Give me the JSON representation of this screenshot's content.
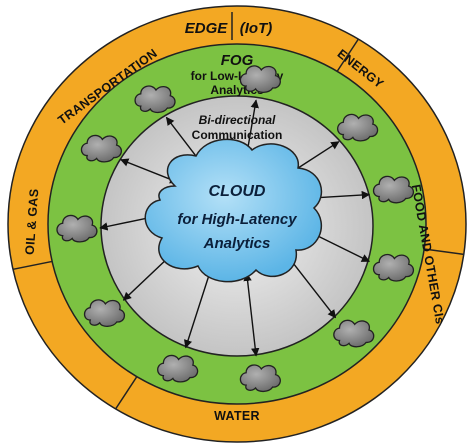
{
  "edge": {
    "label_main": "EDGE",
    "label_sub": "(IoT)",
    "sectors": [
      "TRANSPORTATION",
      "ENERGY",
      "FOOD AND OTHER CIs",
      "WATER",
      "OIL & GAS"
    ]
  },
  "fog": {
    "title": "FOG",
    "subtitle": "for Low-Latency",
    "subtitle2": "Analytics"
  },
  "link": {
    "line1": "Bi-directional",
    "line2": "Communication"
  },
  "cloud": {
    "line1": "CLOUD",
    "line2": "for High-Latency",
    "line3": "Analytics"
  },
  "colors": {
    "edge_ring": "#f3a823",
    "fog_ring": "#7cc242",
    "comm_ring": "#d4d4d4",
    "cloud_fill": "#7fc8ee",
    "fog_node": "#8c8c8c"
  },
  "icons": {
    "fog_node": "small-gray-cloud-icon",
    "central": "large-blue-cloud-icon",
    "arrow": "double-headed-arrow-icon"
  }
}
